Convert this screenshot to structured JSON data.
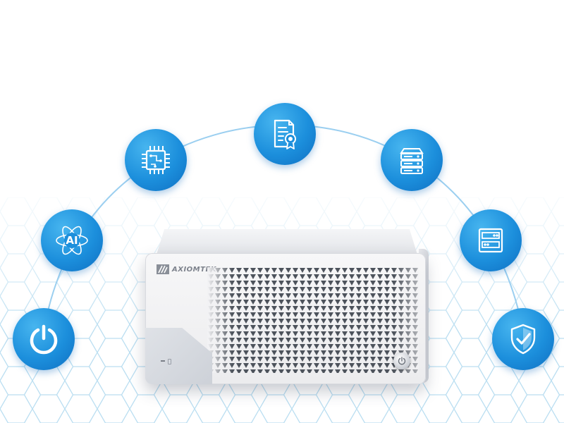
{
  "brand": {
    "name": "AXIOMTEK"
  },
  "colors": {
    "badge": "#1c8fdc",
    "arc": "#8fc8ef",
    "mesh": "#b9dff2"
  },
  "features": [
    {
      "id": "power",
      "icon": "power-icon"
    },
    {
      "id": "ai",
      "icon": "ai-atom-icon",
      "label": "AI"
    },
    {
      "id": "processor",
      "icon": "cpu-chip-icon"
    },
    {
      "id": "certificate",
      "icon": "certificate-icon"
    },
    {
      "id": "storage",
      "icon": "server-stack-icon"
    },
    {
      "id": "io",
      "icon": "io-panel-icon"
    },
    {
      "id": "security",
      "icon": "shield-check-icon"
    }
  ]
}
